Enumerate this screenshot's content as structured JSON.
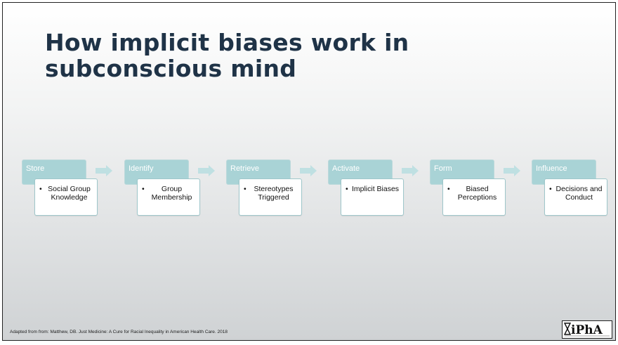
{
  "slide": {
    "title": "How implicit biases work in subconscious mind",
    "footnote": "Adapted from  from: Matthew, DB. Just Medicine: A Cure for Racial Inequality in American Health Care. 2018",
    "logo_text": "IPhA",
    "logo_subtext": "Illinois Pharmacists Association"
  },
  "process": {
    "colors": {
      "header": "#a9d3d6",
      "arrow": "#bfe0e2",
      "body_border": "#9fc7cb"
    },
    "steps": [
      {
        "label": "Store",
        "detail": "Social Group Knowledge"
      },
      {
        "label": "Identify",
        "detail": "Group Membership"
      },
      {
        "label": "Retrieve",
        "detail": "Stereotypes Triggered"
      },
      {
        "label": "Activate",
        "detail": "Implicit Biases"
      },
      {
        "label": "Form",
        "detail": "Biased Perceptions"
      },
      {
        "label": "Influence",
        "detail": "Decisions and Conduct"
      }
    ]
  }
}
